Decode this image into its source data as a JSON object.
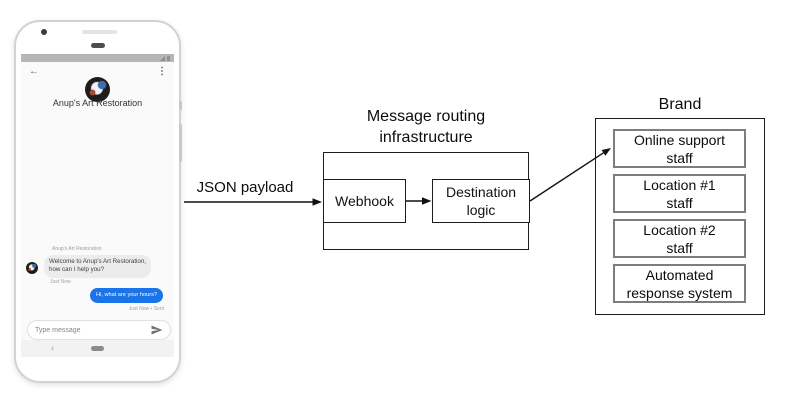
{
  "phone": {
    "status_bar": {
      "color": "#b6b6b6",
      "signal_icon": "signal-triangle",
      "battery_icon": "battery"
    },
    "header": {
      "back_glyph": "←",
      "menu_glyph": "⋮",
      "title": "Anup's Art Restoration"
    },
    "chat": {
      "sender_label": "Anup's Art Restoration",
      "incoming": {
        "line1": "Welcome to Anup's Art Restoration,",
        "line2": "how can I help you?",
        "timestamp": "Just Now"
      },
      "outgoing": {
        "text": "Hi, what are your hours?",
        "timestamp": "Just Now • Sent",
        "bubble_color": "#1a73e8"
      }
    },
    "composer": {
      "placeholder": "Type message",
      "send_icon": "send-arrow"
    },
    "nav": {
      "back_glyph": "‹"
    }
  },
  "diagram": {
    "payload_arrow_label": "JSON payload",
    "routing": {
      "title": {
        "line1": "Message routing",
        "line2": "infrastructure"
      },
      "webhook_label": "Webhook",
      "destination": {
        "line1": "Destination",
        "line2": "logic"
      }
    },
    "brand": {
      "title": "Brand",
      "items": [
        {
          "line1": "Online support",
          "line2": "staff"
        },
        {
          "line1": "Location #1",
          "line2": "staff"
        },
        {
          "line1": "Location #2",
          "line2": "staff"
        },
        {
          "line1": "Automated",
          "line2": "response system"
        }
      ]
    },
    "arrow_color": "#111111",
    "box_border_color": "#1c1c1c",
    "inner_box_border_color": "#7d7d7d"
  }
}
